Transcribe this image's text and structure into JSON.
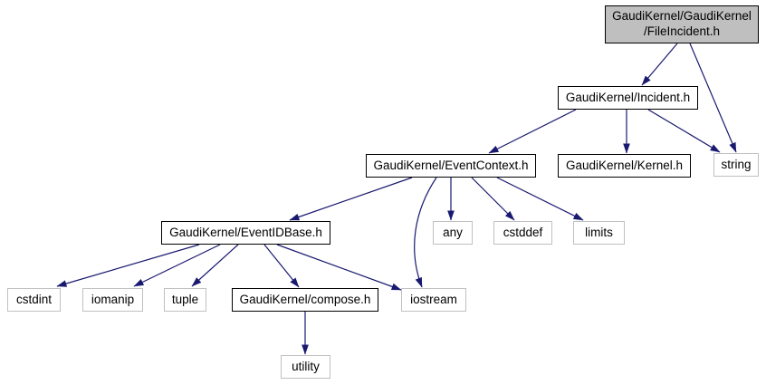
{
  "graph": {
    "type": "include-dependency-graph",
    "nodes": [
      {
        "id": "fileincident",
        "lines": [
          "GaudiKernel/GaudiKernel",
          "/FileIncident.h"
        ],
        "type": "current"
      },
      {
        "id": "incident",
        "label": "GaudiKernel/Incident.h",
        "type": "internal"
      },
      {
        "id": "eventcontext",
        "label": "GaudiKernel/EventContext.h",
        "type": "internal"
      },
      {
        "id": "kernel",
        "label": "GaudiKernel/Kernel.h",
        "type": "internal"
      },
      {
        "id": "string",
        "label": "string",
        "type": "external"
      },
      {
        "id": "eventidbase",
        "label": "GaudiKernel/EventIDBase.h",
        "type": "internal"
      },
      {
        "id": "any",
        "label": "any",
        "type": "external"
      },
      {
        "id": "cstddef",
        "label": "cstddef",
        "type": "external"
      },
      {
        "id": "limits",
        "label": "limits",
        "type": "external"
      },
      {
        "id": "cstdint",
        "label": "cstdint",
        "type": "external"
      },
      {
        "id": "iomanip",
        "label": "iomanip",
        "type": "external"
      },
      {
        "id": "tuple",
        "label": "tuple",
        "type": "external"
      },
      {
        "id": "compose",
        "label": "GaudiKernel/compose.h",
        "type": "internal"
      },
      {
        "id": "iostream",
        "label": "iostream",
        "type": "external"
      },
      {
        "id": "utility",
        "label": "utility",
        "type": "external"
      }
    ],
    "edges": [
      {
        "from": "fileincident",
        "to": "incident"
      },
      {
        "from": "fileincident",
        "to": "string"
      },
      {
        "from": "incident",
        "to": "eventcontext"
      },
      {
        "from": "incident",
        "to": "kernel"
      },
      {
        "from": "incident",
        "to": "string"
      },
      {
        "from": "eventcontext",
        "to": "eventidbase"
      },
      {
        "from": "eventcontext",
        "to": "iostream"
      },
      {
        "from": "eventcontext",
        "to": "any"
      },
      {
        "from": "eventcontext",
        "to": "cstddef"
      },
      {
        "from": "eventcontext",
        "to": "limits"
      },
      {
        "from": "eventidbase",
        "to": "cstdint"
      },
      {
        "from": "eventidbase",
        "to": "iomanip"
      },
      {
        "from": "eventidbase",
        "to": "tuple"
      },
      {
        "from": "eventidbase",
        "to": "compose"
      },
      {
        "from": "eventidbase",
        "to": "iostream"
      },
      {
        "from": "compose",
        "to": "utility"
      }
    ],
    "colors": {
      "edge": "#191970",
      "current_fill": "#bfbfbf",
      "internal_border": "#000000",
      "external_border": "#c0c0c0",
      "background": "#ffffff",
      "text": "#000000"
    }
  }
}
